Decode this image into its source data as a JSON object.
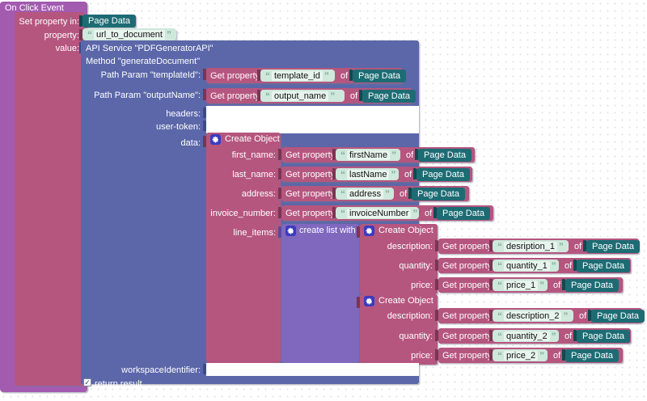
{
  "editor": {
    "type": "blockly-visual-programming-canvas",
    "background": "#ffffff",
    "grid": "dots"
  },
  "colors": {
    "event_block": "#a35bb0",
    "set_property_block": "#b5567f",
    "api_service_block": "#5b67a8",
    "create_object_block": "#b5567f",
    "get_property_block": "#b5567f",
    "create_list_block": "#7f68bd",
    "page_data_pill": "#1d6c74",
    "string_field": "#cfe8dc",
    "gear_icon": "#3b3bbf"
  },
  "event_block": {
    "label": "On Click Event"
  },
  "set_property": {
    "row1_label": "Set property in:",
    "row1_value": "Page Data",
    "row2_label": "property:",
    "row2_value": "url_to_document",
    "row3_label": "value:"
  },
  "api_service": {
    "service_line": "API Service \"PDFGeneratorAPI\"",
    "method_line": "Method \"generateDocument\"",
    "rows": [
      {
        "label": "Path Param \"templateId\":",
        "value_kind": "get-property"
      },
      {
        "label": "Path Param \"outputName\":",
        "value_kind": "get-property"
      },
      {
        "label": "headers:",
        "value_kind": "empty"
      },
      {
        "label": "user-token:",
        "value_kind": "empty"
      },
      {
        "label": "data:",
        "value_kind": "create-object"
      },
      {
        "label": "workspaceIdentifier:",
        "value_kind": "empty"
      }
    ],
    "return_result_label": "return result",
    "return_result_checked": true
  },
  "get_property": {
    "prefix": "Get property",
    "of": "of",
    "source": "Page Data",
    "quote_open": "“",
    "quote_close": "”"
  },
  "path_param_values": [
    "template_id",
    "output_name"
  ],
  "create_object_main": {
    "title": "Create Object",
    "icon": "gear-icon",
    "fields": [
      {
        "key": "first_name:",
        "property": "firstName",
        "source": "Page Data"
      },
      {
        "key": "last_name:",
        "property": "lastName",
        "source": "Page Data"
      },
      {
        "key": "address:",
        "property": "address",
        "source": "Page Data"
      },
      {
        "key": "invoice_number:",
        "property": "invoiceNumber",
        "source": "Page Data"
      },
      {
        "key": "line_items:",
        "property": null,
        "source": null
      }
    ]
  },
  "create_list": {
    "title": "create list with",
    "icon": "gear-icon"
  },
  "line_item_objects": [
    {
      "title": "Create Object",
      "icon": "gear-icon",
      "fields": [
        {
          "key": "description:",
          "property": "desription_1",
          "source": "Page Data"
        },
        {
          "key": "quantity:",
          "property": "quantity_1",
          "source": "Page Data"
        },
        {
          "key": "price:",
          "property": "price_1",
          "source": "Page Data"
        }
      ]
    },
    {
      "title": "Create Object",
      "icon": "gear-icon",
      "fields": [
        {
          "key": "description:",
          "property": "description_2",
          "source": "Page Data"
        },
        {
          "key": "quantity:",
          "property": "quantity_2",
          "source": "Page Data"
        },
        {
          "key": "price:",
          "property": "price_2",
          "source": "Page Data"
        }
      ]
    }
  ]
}
